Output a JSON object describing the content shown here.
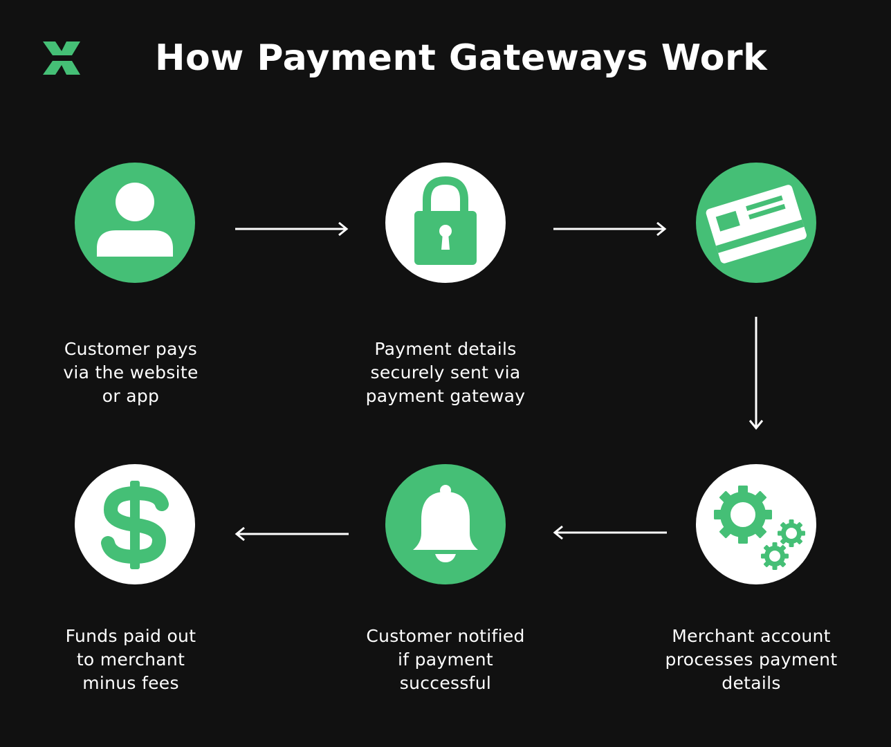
{
  "title": "How Payment Gateways Work",
  "logo_icon": "brand-x-logo-icon",
  "colors": {
    "background": "#111111",
    "accent": "#45bf76",
    "text": "#ffffff"
  },
  "steps": [
    {
      "label": "Customer pays\nvia the website\nor app",
      "icon": "user-icon"
    },
    {
      "label": "Payment details\nsecurely sent via\npayment gateway",
      "icon": "lock-icon"
    },
    {
      "label": "",
      "icon": "credit-card-icon"
    },
    {
      "label": "Merchant account\nprocesses payment\ndetails",
      "icon": "gears-icon"
    },
    {
      "label": "Customer notified\nif payment\nsuccessful",
      "icon": "bell-icon"
    },
    {
      "label": "Funds paid out\nto merchant\nminus fees",
      "icon": "dollar-sign-icon"
    }
  ]
}
